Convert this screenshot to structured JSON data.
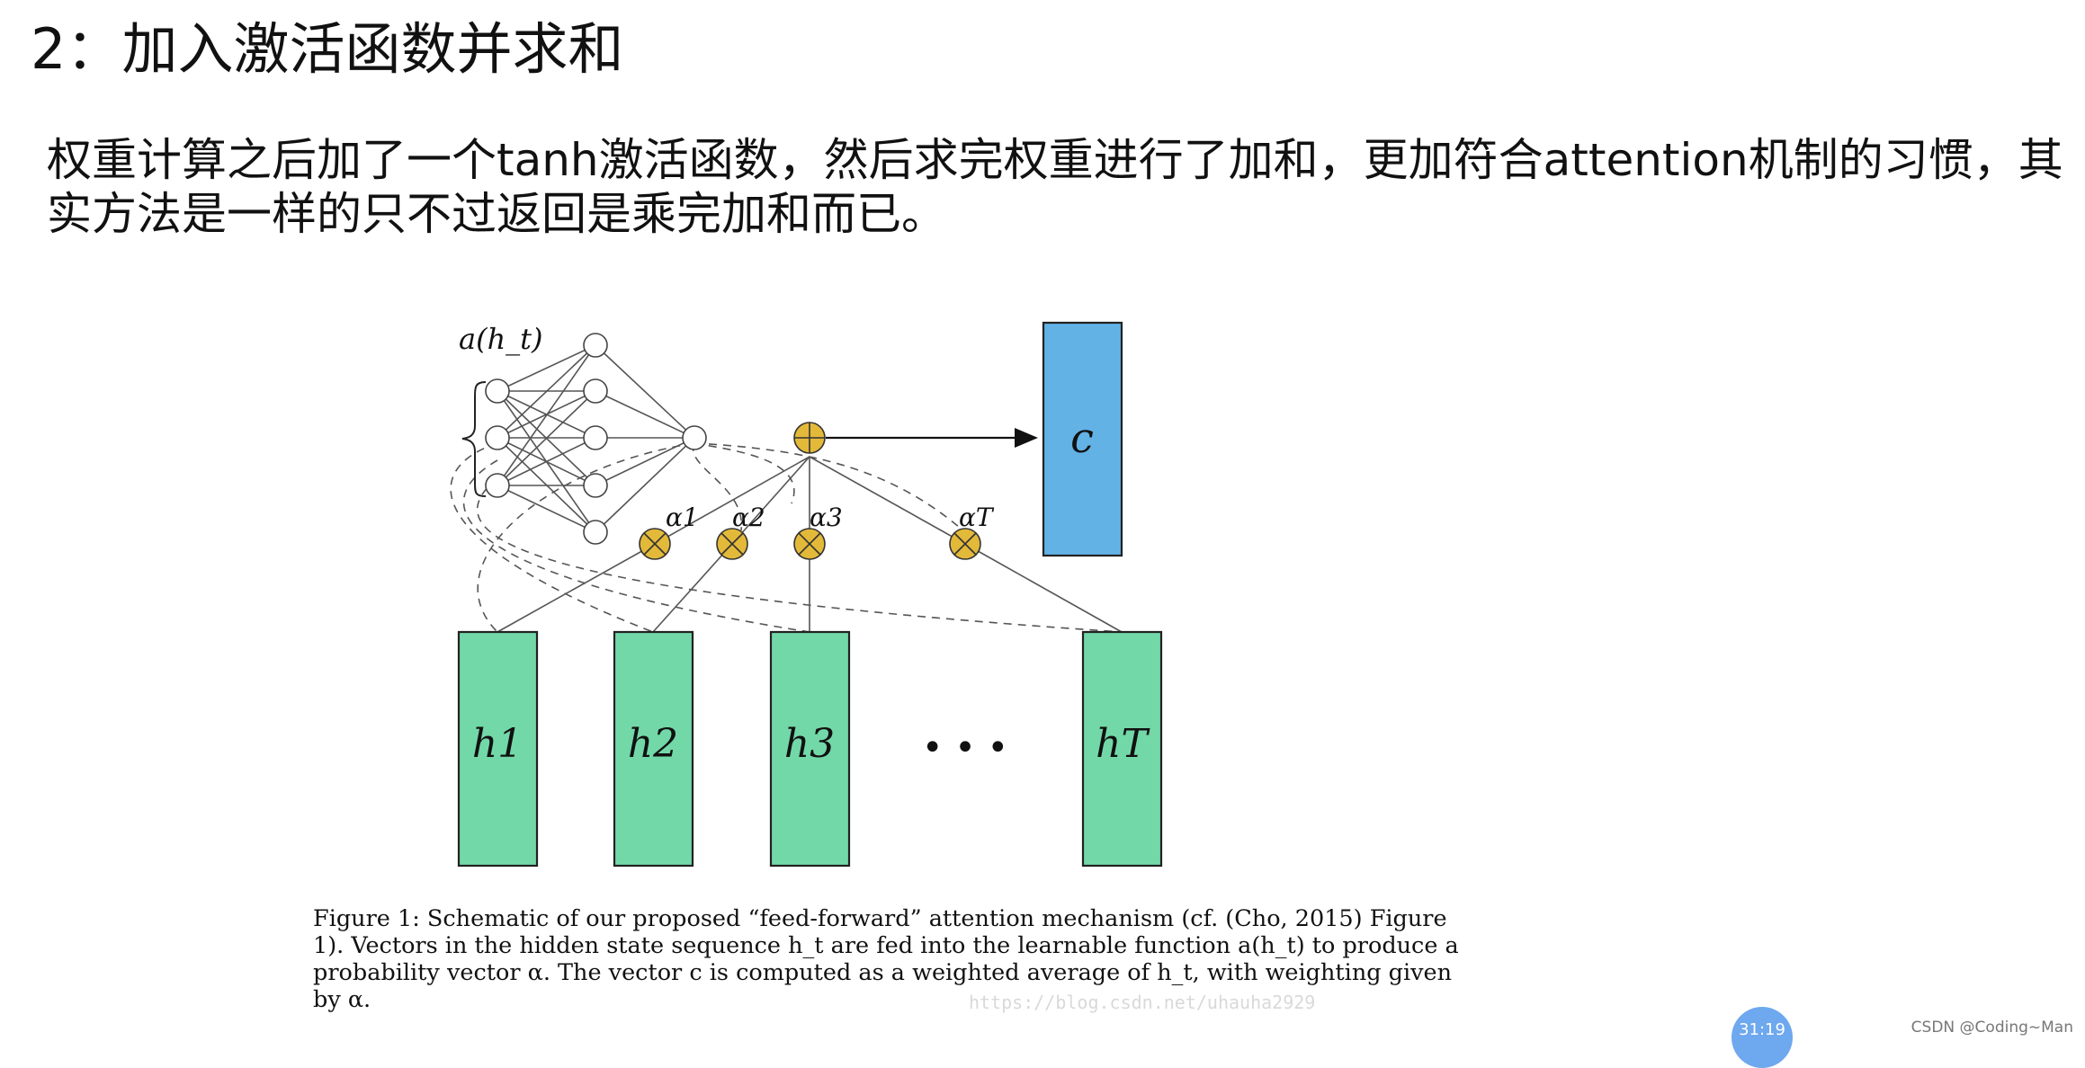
{
  "slide": {
    "title": "2：加入激活函数并求和",
    "body_line1": "权重计算之后加了一个tanh激活函数，然后求完权重进行了加和，更加符合attention机制的习惯，其",
    "body_line2": "实方法是一样的只不过返回是乘完加和而已。"
  },
  "diagram": {
    "function_label": "a(h_t)",
    "context_label": "c",
    "alpha_labels": [
      "α1",
      "α2",
      "α3",
      "αT"
    ],
    "hidden_labels": [
      "h1",
      "h2",
      "h3",
      "hT"
    ],
    "ellipsis": "• • •",
    "colors": {
      "hidden_fill": "#72d8a8",
      "context_fill": "#62b2e6",
      "operator_fill": "#e3b93a"
    }
  },
  "caption": {
    "line1": "Figure 1: Schematic of our proposed “feed-forward” attention mechanism (cf. (Cho, 2015) Figure",
    "line2": "1). Vectors in the hidden state sequence h_t are fed into the learnable function a(h_t) to produce a",
    "line3": "probability vector α. The vector c is computed as a weighted average of h_t, with weighting given",
    "line4": "by α."
  },
  "watermark": "https://blog.csdn.net/uhauha2929",
  "credit": "CSDN @Coding~Man",
  "timer": "31:19"
}
